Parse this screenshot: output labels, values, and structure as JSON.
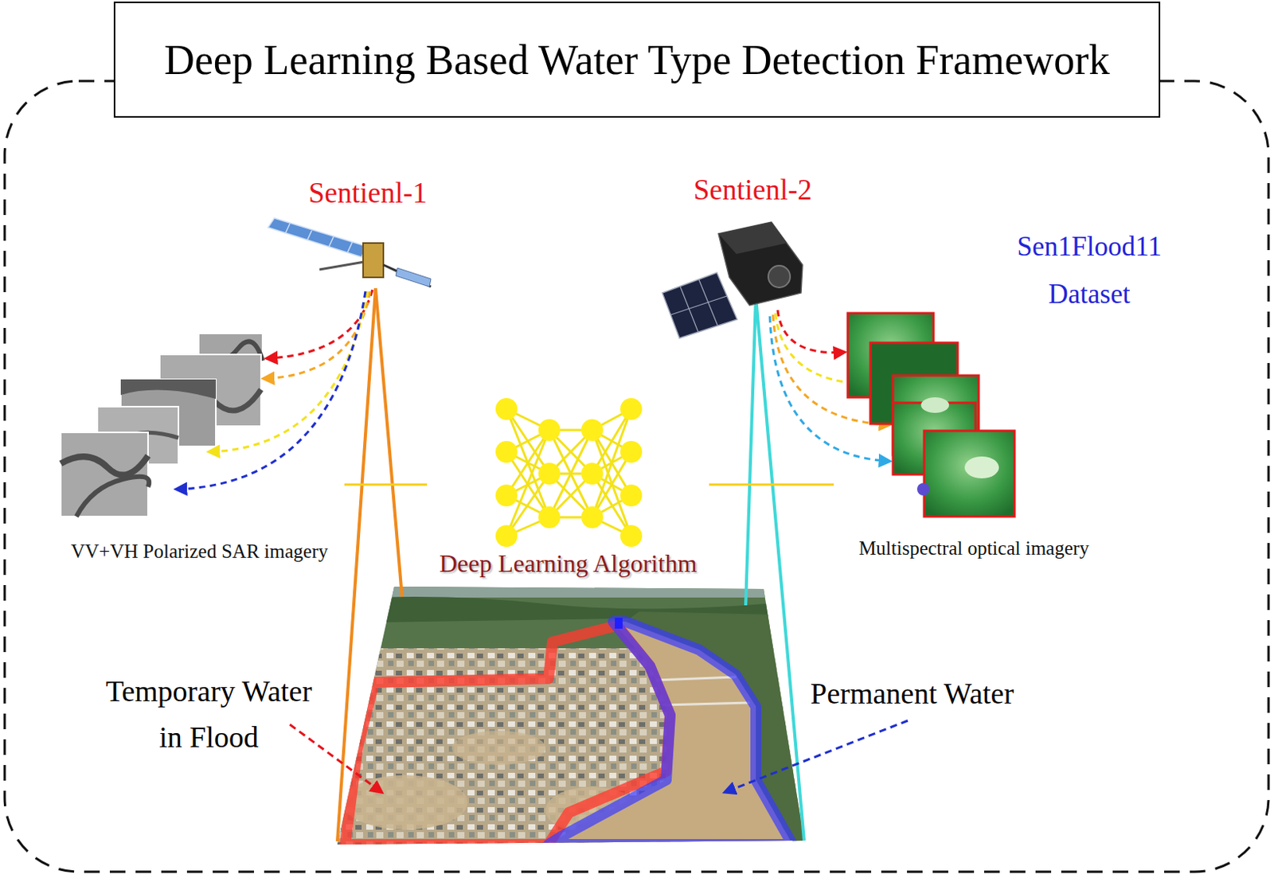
{
  "diagram": {
    "title": "Deep Learning Based Water Type Detection Framework",
    "nodes": [
      {
        "text": [
          "VV+VH Polarized SAR imagery"
        ]
      },
      {
        "text": [
          "Deep Learning Algorithm"
        ]
      },
      {
        "text": [
          "Multispectral optical imagery"
        ]
      }
    ],
    "edges": [
      {
        "from": 0,
        "to": 1,
        "arrow": "none"
      },
      {
        "from": 1,
        "to": 2,
        "arrow": "none"
      }
    ],
    "labels": [
      "Sentienl-1",
      "Sentienl-2",
      "Sen1Flood11 Dataset",
      "Temporary Water in Flood",
      "Permanent Water"
    ]
  }
}
